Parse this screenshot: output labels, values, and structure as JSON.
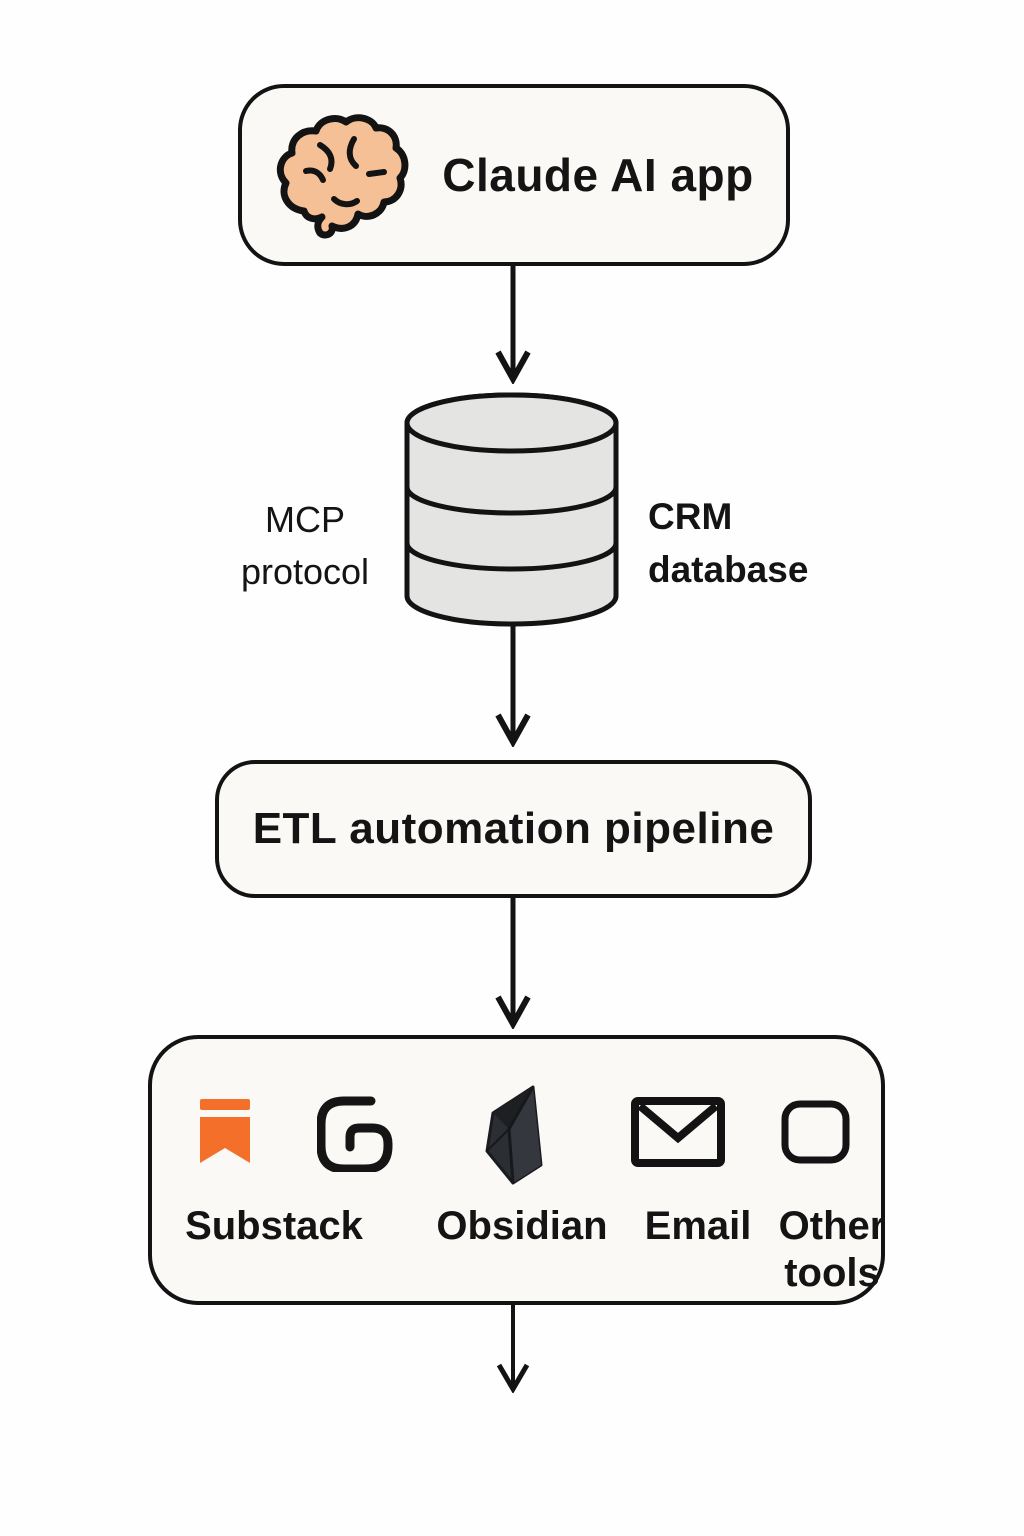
{
  "diagram": {
    "type": "flowchart",
    "direction": "top-to-bottom",
    "colors": {
      "background": "#fefefe",
      "box_fill": "#fbf9f6",
      "stroke": "#131313",
      "cylinder_fill": "#e4e4e3",
      "brain_fill": "#f6c096",
      "substack_orange": "#f4702a",
      "gem_dark": "#26282e",
      "text": "#141414"
    },
    "nodes": {
      "claude_app": {
        "label": "Claude AI app",
        "icon": "brain-icon"
      },
      "crm_database": {
        "shape": "database-cylinder",
        "left_label_line1": "MCP",
        "left_label_line2": "protocol",
        "right_label_line1": "CRM",
        "right_label_line2": "database"
      },
      "etl_pipeline": {
        "label": "ETL automation pipeline"
      },
      "tools_box": {
        "icons": [
          "substack-bookmark-icon",
          "g-spiral-icon",
          "obsidian-gem-icon",
          "email-envelope-icon",
          "other-tools-square-icon"
        ],
        "substack_label": "Substack",
        "obsidian_label": "Obsidian",
        "email_label": "Email",
        "other_label_line1": "Other",
        "other_label_line2": "tools"
      }
    },
    "edges": [
      {
        "from": "claude_app",
        "to": "crm_database"
      },
      {
        "from": "crm_database",
        "to": "etl_pipeline"
      },
      {
        "from": "etl_pipeline",
        "to": "tools_box"
      },
      {
        "from": "tools_box",
        "to": "out"
      }
    ]
  }
}
